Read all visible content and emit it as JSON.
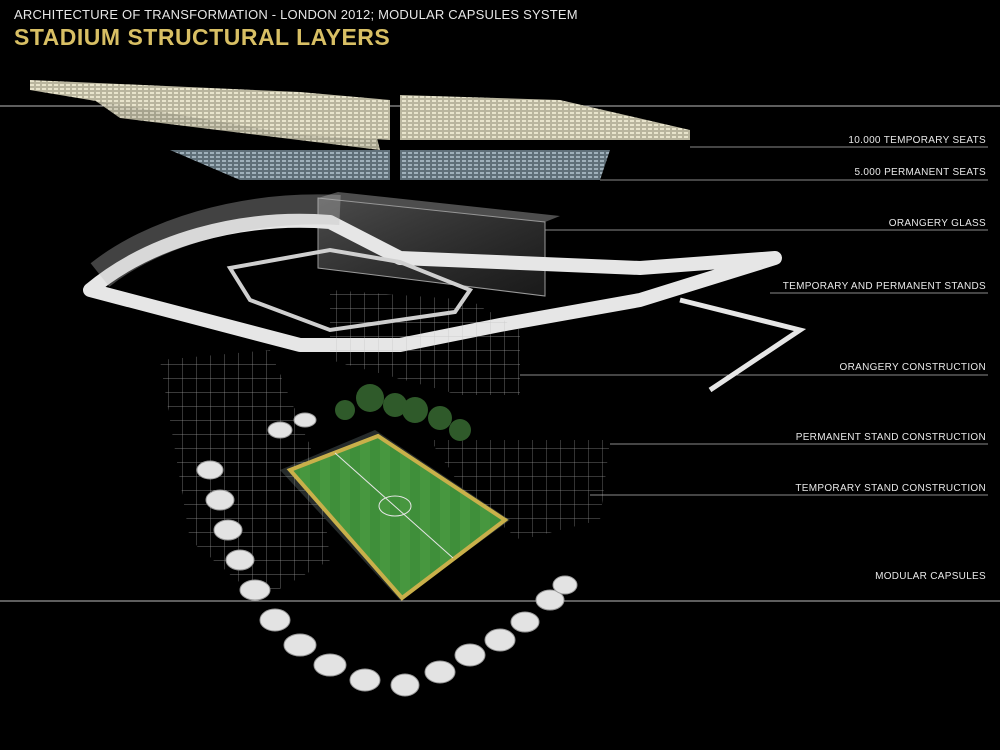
{
  "header": {
    "subtitle": "ARCHITECTURE OF TRANSFORMATION - LONDON 2012; MODULAR CAPSULES SYSTEM",
    "title": "STADIUM STRUCTURAL LAYERS"
  },
  "colors": {
    "background": "#000000",
    "title": "#d8bf64",
    "text": "#e8e8e8",
    "pitch": "#3f8f3a",
    "pitch_border": "#c9b04a",
    "structure": "#d9d9d9",
    "glass": "#6f6f6f",
    "trees": "#2f5a2a"
  },
  "layers": [
    {
      "label": "10.000 TEMPORARY SEATS"
    },
    {
      "label": "5.000 PERMANENT SEATS"
    },
    {
      "label": "ORANGERY GLASS"
    },
    {
      "label": "TEMPORARY AND PERMANENT STANDS"
    },
    {
      "label": "ORANGERY CONSTRUCTION"
    },
    {
      "label": "PERMANENT STAND CONSTRUCTION"
    },
    {
      "label": "TEMPORARY STAND CONSTRUCTION"
    },
    {
      "label": "MODULAR CAPSULES"
    }
  ]
}
